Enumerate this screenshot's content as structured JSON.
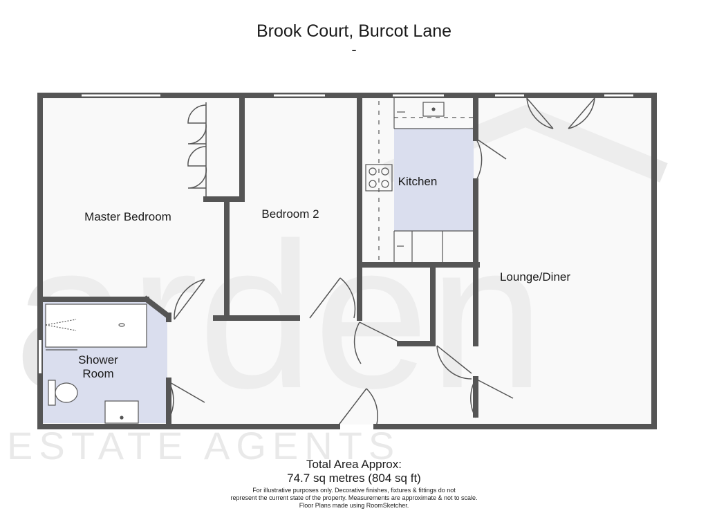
{
  "header": {
    "title": "Brook Court, Burcot Lane",
    "subtitle": "-"
  },
  "watermark": {
    "brand": "arden",
    "tagline": "ESTATE AGENTS"
  },
  "rooms": {
    "master_bedroom": "Master Bedroom",
    "bedroom_2": "Bedroom 2",
    "kitchen": "Kitchen",
    "lounge_diner": "Lounge/Diner",
    "shower_room_line1": "Shower",
    "shower_room_line2": "Room"
  },
  "footer": {
    "area_heading": "Total Area Approx:",
    "area_value": "74.7 sq metres (804 sq ft)",
    "disclaimer_line1": "For illustrative purposes only. Decorative finishes, fixtures & fittings do not",
    "disclaimer_line2": "represent the current state of the property. Measurements are approximate & not to scale.",
    "disclaimer_line3": "Floor Plans made using RoomSketcher."
  },
  "colors": {
    "wall": "#555555",
    "floor": "#f1f1f1",
    "wet_area": "#dadeee",
    "watermark": "#e9e9e9"
  }
}
